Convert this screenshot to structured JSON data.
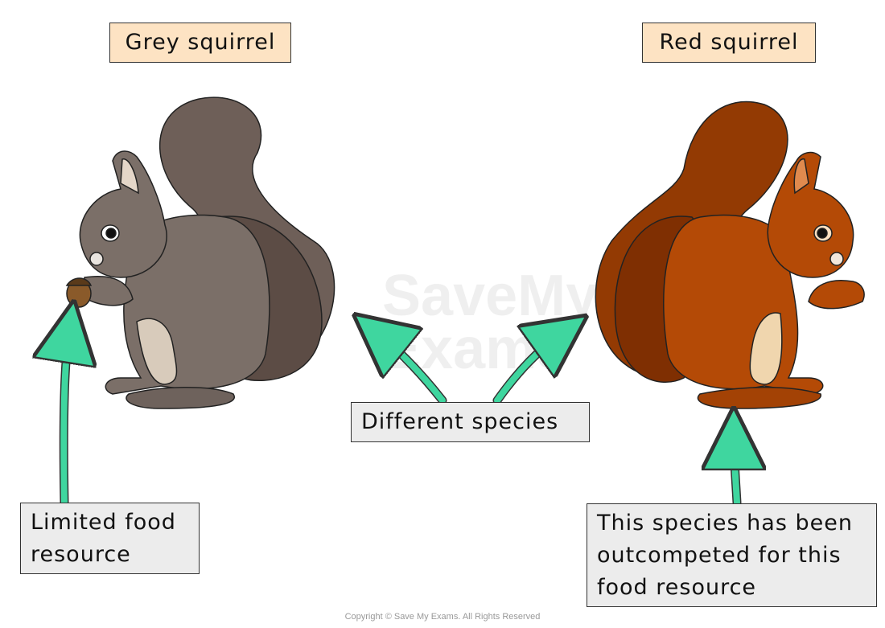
{
  "labels": {
    "grey_squirrel": "Grey squirrel",
    "red_squirrel": "Red squirrel",
    "different_species": "Different species",
    "limited_food": "Limited food resource",
    "outcompeted": "This species has been outcompeted for this food resource"
  },
  "watermark": "Save My Exams",
  "copyright": "Copyright © Save My Exams. All Rights Reserved",
  "colors": {
    "arrow": "#3fd69f",
    "grey_fur": "#7a6d66",
    "red_fur": "#b44a06",
    "title_box": "#fde3c3",
    "note_box": "#ececec"
  }
}
